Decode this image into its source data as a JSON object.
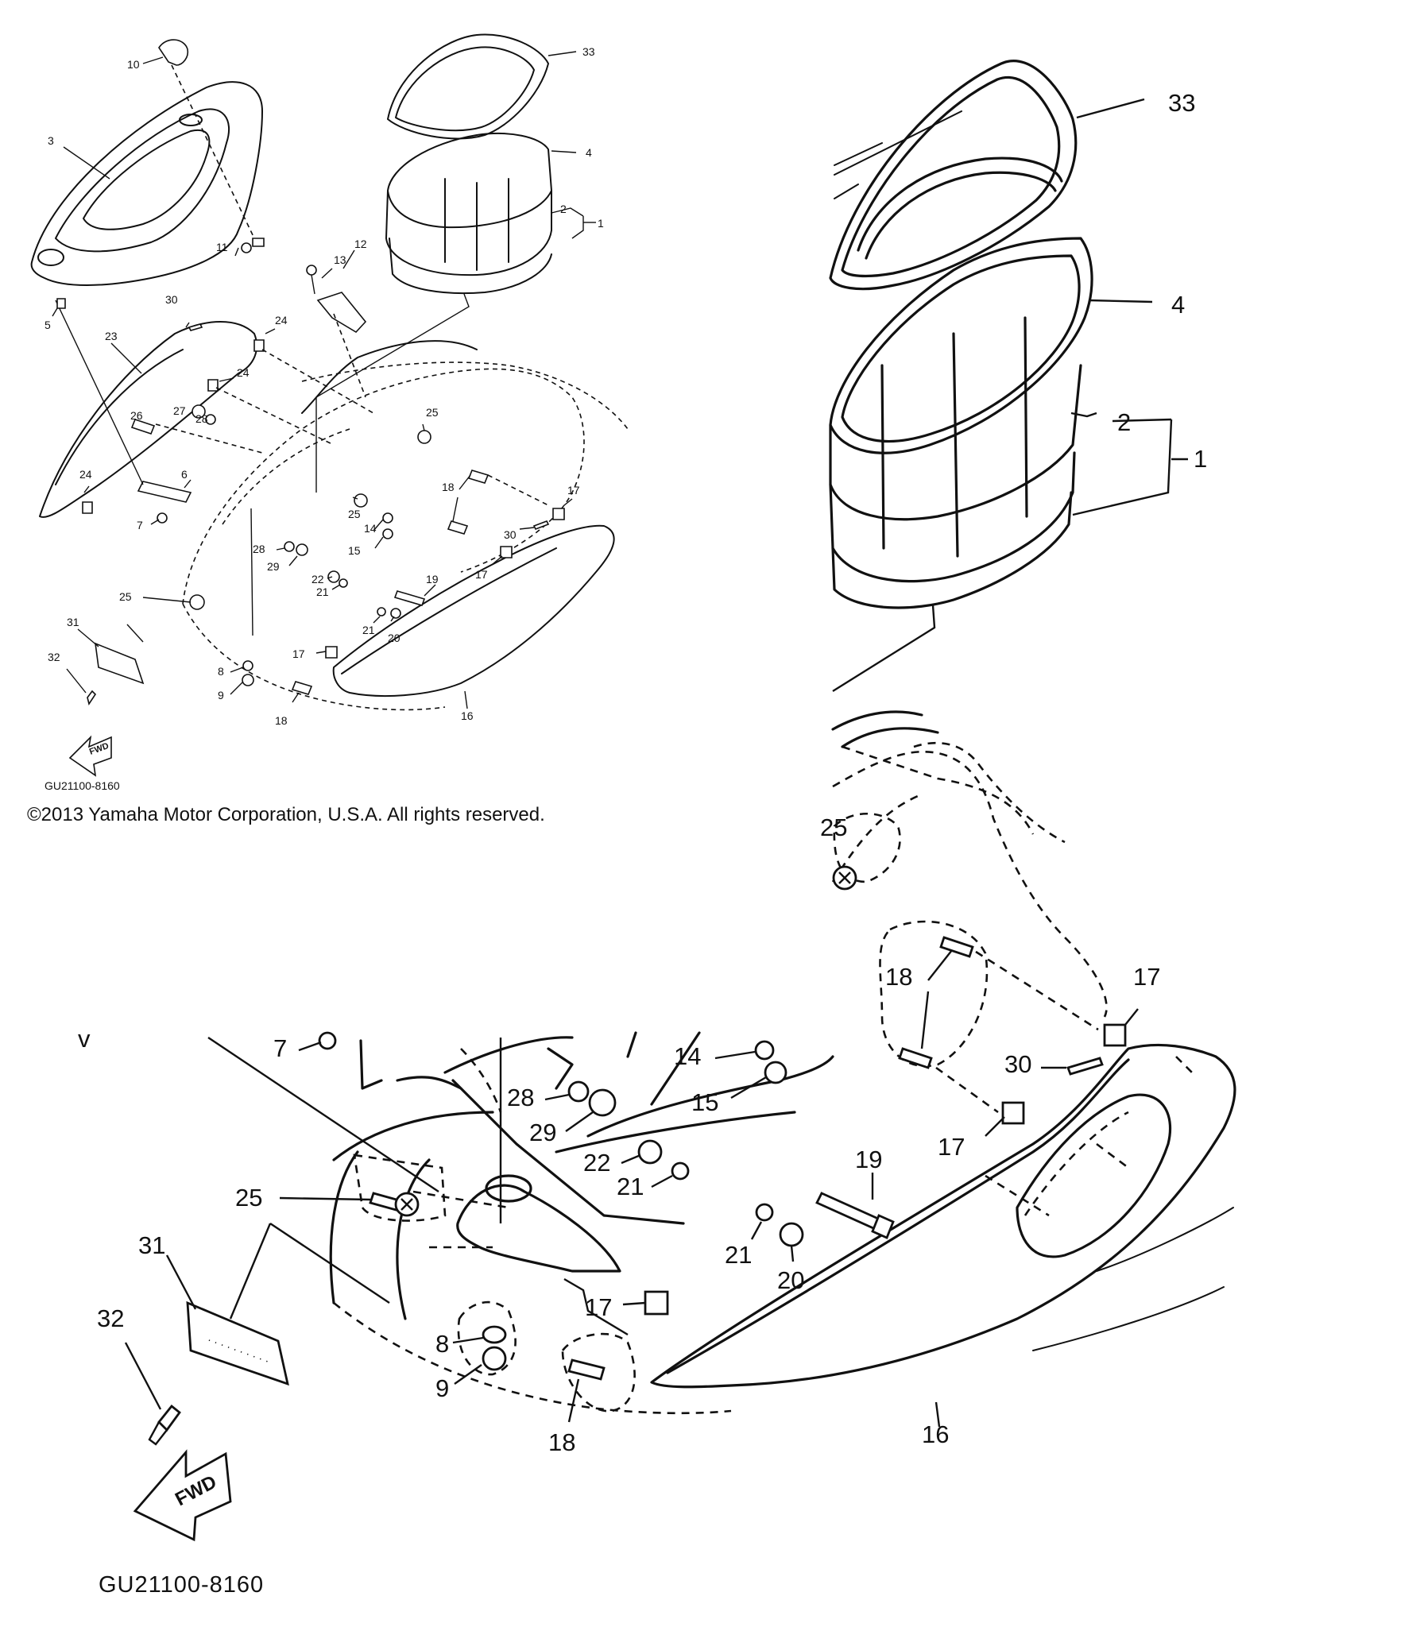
{
  "copyright": "©2013 Yamaha Motor Corporation, U.S.A. All rights reserved.",
  "diagram_code": "GU21100-8160",
  "fwd_label": "FWD",
  "parts": {
    "p1": "1",
    "p2": "2",
    "p3": "3",
    "p4": "4",
    "p5": "5",
    "p6": "6",
    "p7": "7",
    "p8": "8",
    "p9": "9",
    "p10": "10",
    "p11": "11",
    "p12": "12",
    "p13": "13",
    "p14": "14",
    "p15": "15",
    "p16": "16",
    "p17": "17",
    "p18": "18",
    "p19": "19",
    "p20": "20",
    "p21": "21",
    "p22": "22",
    "p23": "23",
    "p24": "24",
    "p25": "25",
    "p26": "26",
    "p27": "27",
    "p28": "28",
    "p29": "29",
    "p30": "30",
    "p31": "31",
    "p32": "32",
    "p33": "33"
  },
  "zoom_labels": {
    "top_right": [
      "33",
      "4",
      "2",
      "1"
    ],
    "middle_right": [
      "25",
      "18",
      "17",
      "30",
      "17"
    ],
    "bottom": [
      "7",
      "14",
      "15",
      "28",
      "29",
      "22",
      "21",
      "25",
      "19",
      "21",
      "20",
      "17",
      "31",
      "32",
      "8",
      "9",
      "18",
      "16"
    ]
  },
  "stray_mark": "v"
}
